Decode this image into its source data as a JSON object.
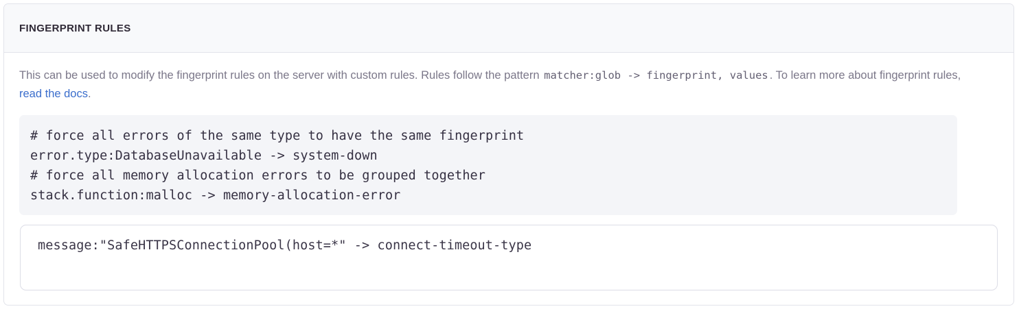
{
  "panel": {
    "title": "FINGERPRINT RULES",
    "description": {
      "part1": "This can be used to modify the fingerprint rules on the server with custom rules. Rules follow the pattern ",
      "inline_code": "matcher:glob -> fingerprint, values",
      "part2": ". To learn more about fingerprint rules, ",
      "link_text": "read the docs",
      "part3": "."
    },
    "example_code": {
      "lines": [
        "# force all errors of the same type to have the same fingerprint",
        "error.type:DatabaseUnavailable -> system-down",
        "# force all memory allocation errors to be grouped together",
        "stack.function:malloc -> memory-allocation-error"
      ]
    },
    "rules_input": {
      "value": "message:\"SafeHTTPSConnectionPool(host=*\" -> connect-timeout-type",
      "placeholder": ""
    }
  },
  "colors": {
    "title": "#2f2936",
    "body_text": "#7b7789",
    "link": "#3b6ecc",
    "code_text": "#353042",
    "code_block_bg": "#f4f5f8",
    "header_bg": "#f8f9fb",
    "border": "#e2e3ea",
    "input_border": "#dcdde6"
  }
}
